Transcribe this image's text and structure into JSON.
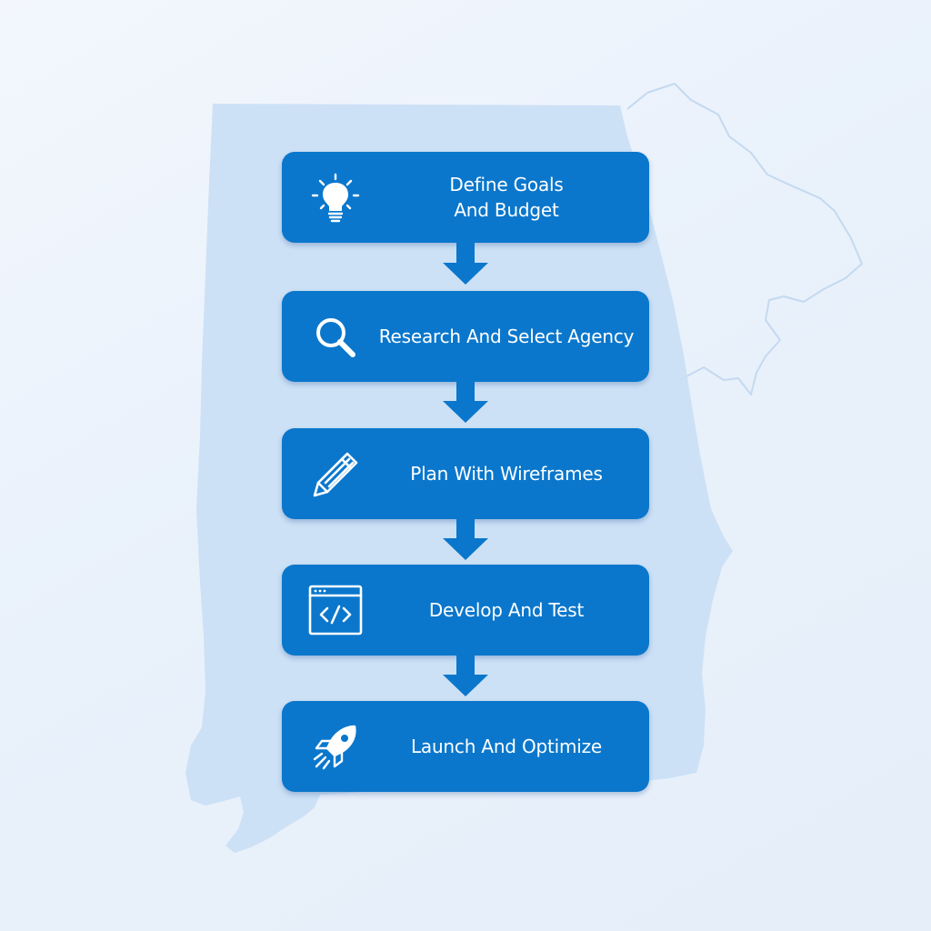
{
  "diagram": {
    "type": "vertical-flowchart",
    "colors": {
      "box": "#0a77cc",
      "arrow": "#0a77cc",
      "text": "#ffffff",
      "background": "#eaf2fb",
      "map_fill": "#c9dff5",
      "map_outline": "#c4d9f0"
    },
    "steps": [
      {
        "label": "Define Goals\nAnd Budget",
        "icon": "lightbulb-icon"
      },
      {
        "label": "Research And Select Agency",
        "icon": "magnifier-icon"
      },
      {
        "label": "Plan With Wireframes",
        "icon": "pencil-icon"
      },
      {
        "label": "Develop And Test",
        "icon": "code-window-icon"
      },
      {
        "label": "Launch And Optimize",
        "icon": "rocket-icon"
      }
    ]
  }
}
